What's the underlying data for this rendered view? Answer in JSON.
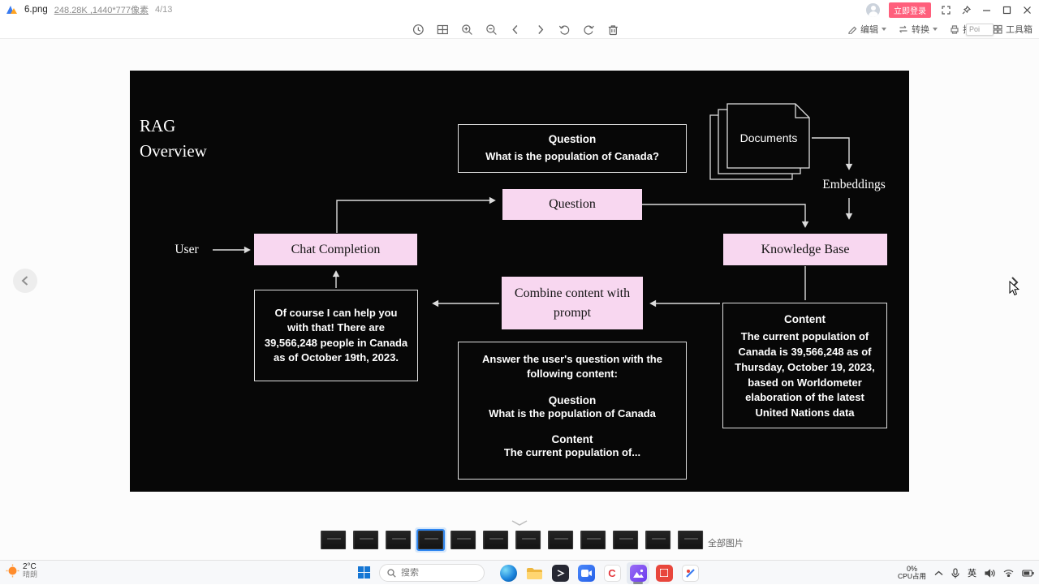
{
  "titlebar": {
    "filename": "6.png",
    "file_meta": "248.28K ,1440*777像素",
    "page_indicator": "4/13",
    "login": "立即登录"
  },
  "toolbar": {
    "edit": "编辑",
    "convert": "转换",
    "print": "打印",
    "toolbox": "工具箱",
    "tooltip": "Poi"
  },
  "slide": {
    "title_line1": "RAG",
    "title_line2": "Overview",
    "user": "User",
    "question_top_heading": "Question",
    "question_top_body": "What is the population of Canada?",
    "documents": "Documents",
    "embeddings": "Embeddings",
    "question_pink": "Question",
    "chat_completion": "Chat Completion",
    "knowledge_base": "Knowledge Base",
    "combine": "Combine content with prompt",
    "response": "Of course I can help you with that! There are 39,566,248 people in Canada as of October 19th, 2023.",
    "prompt_intro": "Answer the user's question with the following content:",
    "prompt_question_heading": "Question",
    "prompt_question_body": "What is the population of Canada",
    "prompt_content_heading": "Content",
    "prompt_content_body": "The current population of...",
    "content_heading": "Content",
    "content_body": "The current population of Canada is 39,566,248 as of Thursday, October 19, 2023, based on Worldometer elaboration of the latest United Nations data"
  },
  "filmstrip": {
    "all_photos": "全部图片"
  },
  "taskbar": {
    "weather_temp": "2°C",
    "weather_desc": "晴朗",
    "search": "搜索",
    "cpu_percent": "0%",
    "cpu_label": "CPU占用",
    "input_lang": "英"
  },
  "colors": {
    "accent_pink": "#f8d7f0",
    "slide_bg": "#070707",
    "active_thumb_blue": "#2f86f0"
  }
}
